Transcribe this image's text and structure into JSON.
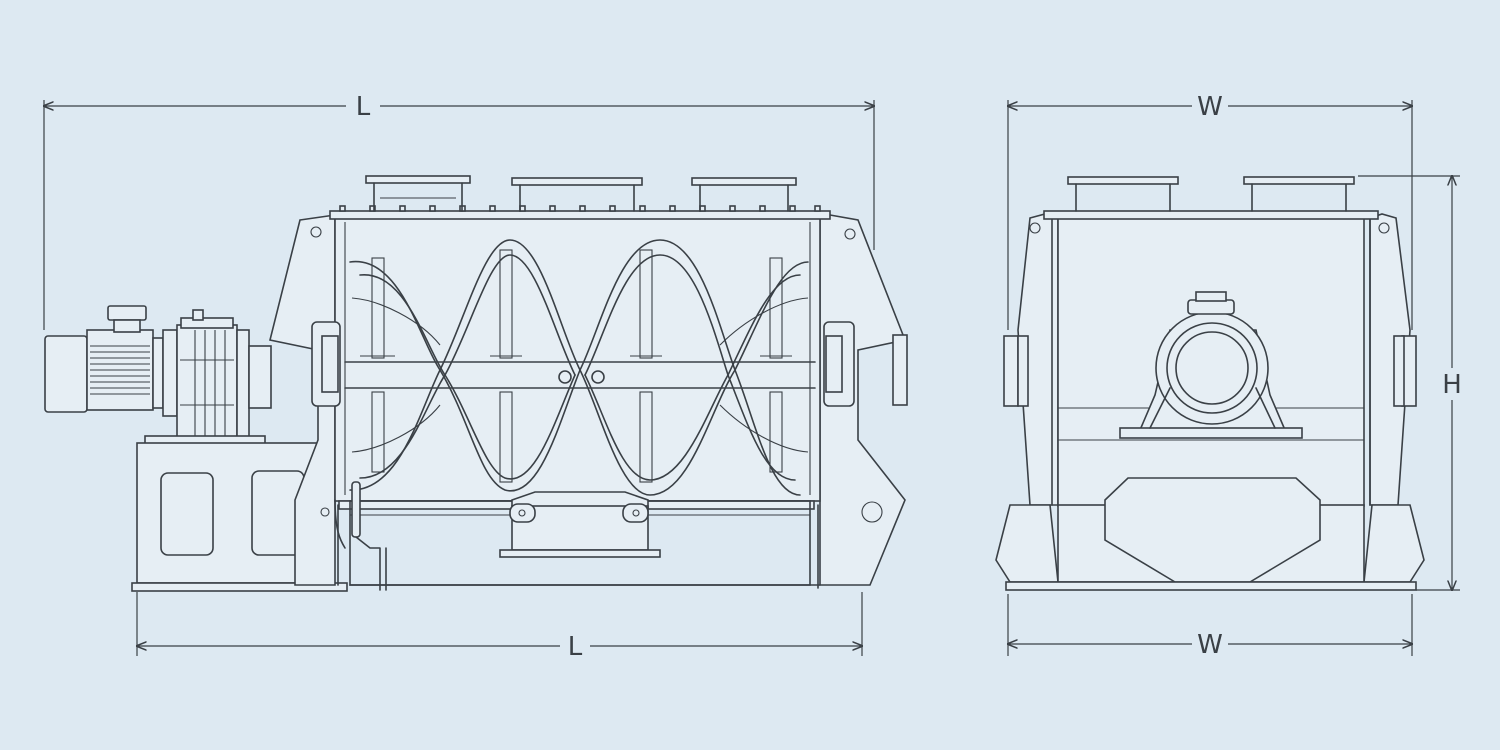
{
  "colors": {
    "background": "#dde9f2",
    "line": "#3a4046"
  },
  "dimensions": {
    "side_top_length": "L",
    "side_bottom_length": "L",
    "end_top_width": "W",
    "end_bottom_width": "W",
    "end_height": "H"
  }
}
